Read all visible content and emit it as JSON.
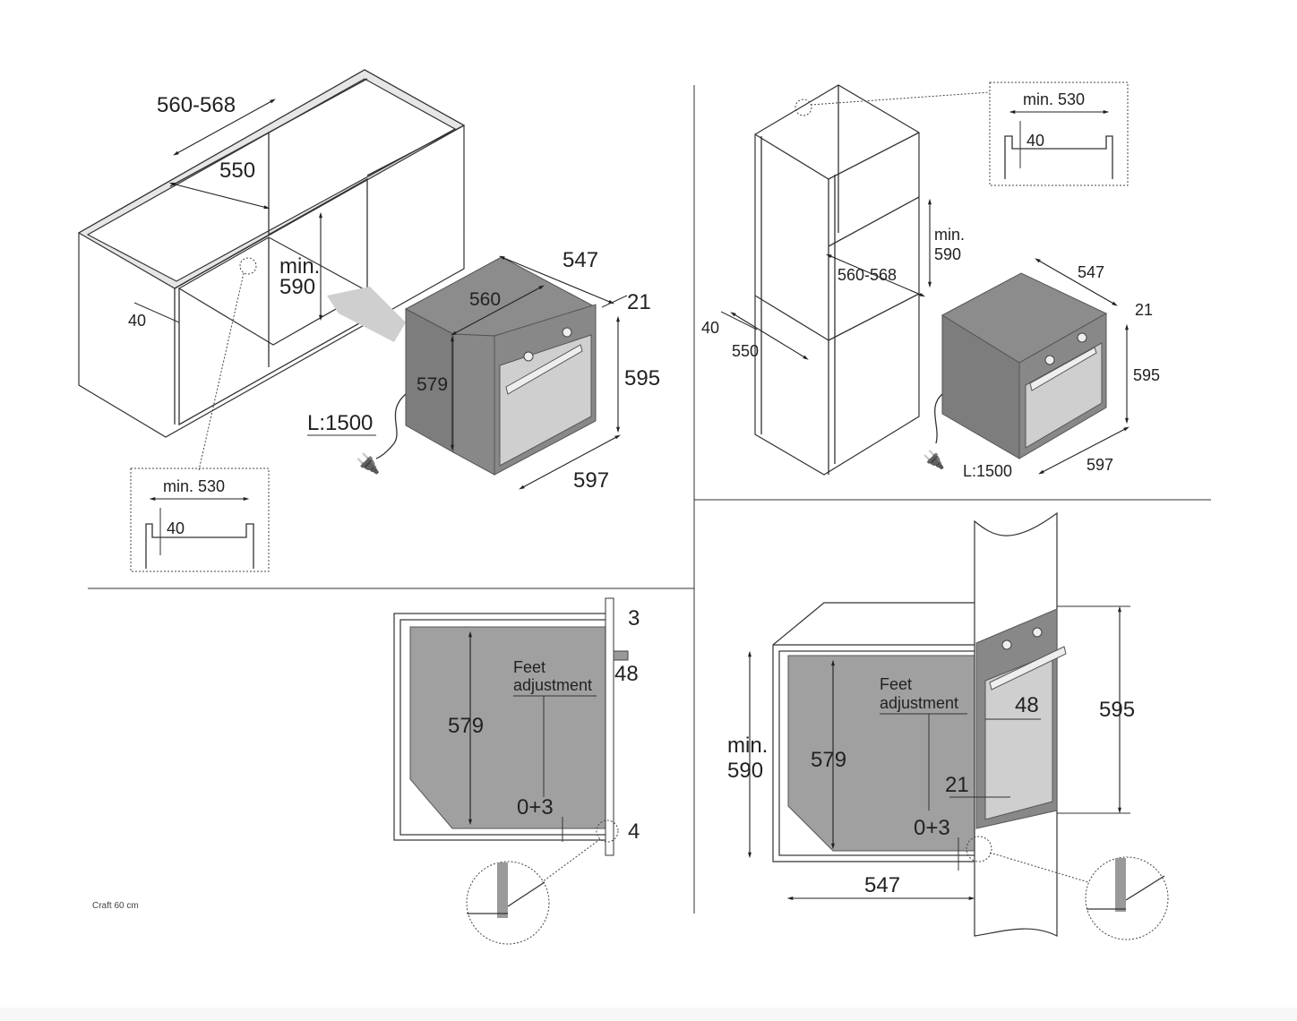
{
  "footer": {
    "model_label": "Craft 60 cm"
  },
  "panel_base_cabinet": {
    "cabinet_width": "560-568",
    "inner_width": "550",
    "min_height_label": "min.",
    "min_height_value": "590",
    "front_offset": "40",
    "oven_depth": "547",
    "oven_top_width": "560",
    "door_thickness": "21",
    "oven_body_height": "579",
    "oven_height": "595",
    "oven_width": "597",
    "cable_length": "L:1500",
    "detail_min_width": "min. 530",
    "detail_offset": "40"
  },
  "panel_tall_cabinet": {
    "detail_min_width": "min. 530",
    "detail_offset": "40",
    "min_height_label": "min.",
    "min_height_value": "590",
    "cabinet_width": "560-568",
    "front_offset": "40",
    "inner_depth": "550",
    "oven_depth": "547",
    "door_thickness": "21",
    "oven_height": "595",
    "oven_width": "597",
    "cable_length": "L:1500"
  },
  "panel_side_section_left": {
    "top_gap": "3",
    "handle_depth": "48",
    "feet_label_line1": "Feet",
    "feet_label_line2": "adjustment",
    "body_height": "579",
    "feet_range": "0+3",
    "bottom_gap": "4"
  },
  "panel_side_section_right": {
    "feet_label_line1": "Feet",
    "feet_label_line2": "adjustment",
    "handle_depth": "48",
    "oven_height": "595",
    "min_label": "min.",
    "min_value": "590",
    "body_height": "579",
    "door_thickness": "21",
    "feet_range": "0+3",
    "body_depth": "547"
  }
}
